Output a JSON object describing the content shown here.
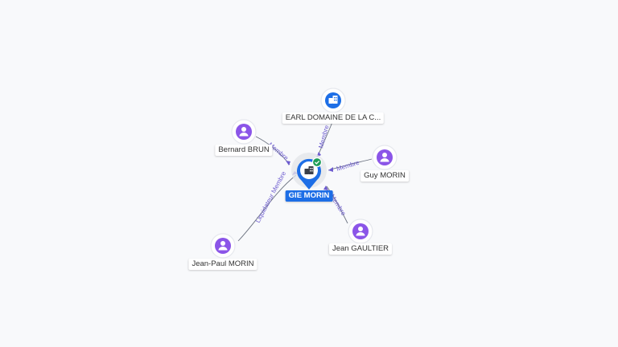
{
  "graph": {
    "center": {
      "name": "GIE MORIN",
      "icon": "building-icon",
      "status_icon": "check-icon",
      "color": "#1d6ee6"
    },
    "nodes": [
      {
        "id": "earl",
        "name": "EARL DOMAINE DE LA C...",
        "kind": "company",
        "icon": "building-icon",
        "relation": "Membre"
      },
      {
        "id": "bernard",
        "name": "Bernard BRUN",
        "kind": "person",
        "icon": "person-icon",
        "relation": "Membre"
      },
      {
        "id": "guy",
        "name": "Guy MORIN",
        "kind": "person",
        "icon": "person-icon",
        "relation": "Membre"
      },
      {
        "id": "jeanpaul",
        "name": "Jean-Paul MORIN",
        "kind": "person",
        "icon": "person-icon",
        "relation": "Liquidateur Membre"
      },
      {
        "id": "gaultier",
        "name": "Jean GAULTIER",
        "kind": "person",
        "icon": "person-icon",
        "relation": "Membre"
      }
    ],
    "colors": {
      "person": "#8b55e8",
      "company": "#1d6ee6",
      "relation_text": "#6d5ccf",
      "active_check": "#1e9e57"
    }
  }
}
